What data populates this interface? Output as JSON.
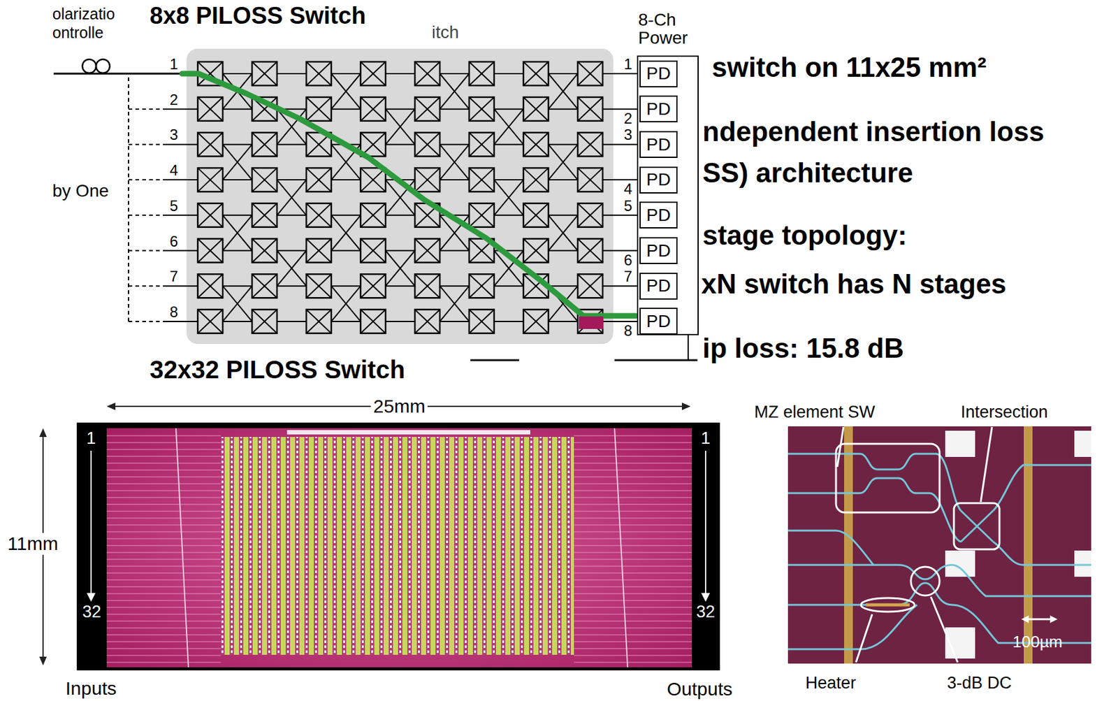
{
  "diagram": {
    "nodes": [
      {
        "text": [
          "8-Ch Power"
        ]
      },
      {
        "text": [
          "PD"
        ],
        "in": 0
      },
      {
        "text": [
          "PD"
        ],
        "in": 0
      },
      {
        "text": [
          "PD"
        ],
        "in": 0
      },
      {
        "text": [
          "PD"
        ],
        "in": 0
      },
      {
        "text": [
          "PD"
        ],
        "in": 0
      },
      {
        "text": [
          "PD"
        ],
        "in": 0
      },
      {
        "text": [
          "PD"
        ],
        "in": 0
      },
      {
        "text": [
          "PD"
        ],
        "in": 0
      }
    ],
    "labels": [
      "olarizatio",
      "ontrolle",
      "8x8 PILOSS Switch",
      "itch",
      "1",
      "2",
      "3",
      "4",
      "5",
      "6",
      "7",
      "8",
      "by One",
      "1",
      "2",
      "3",
      "4",
      "5",
      "6",
      "7",
      "8",
      "switch on 11x25 mm²",
      "ndependent insertion loss",
      "SS) architecture",
      "stage topology:",
      "xN switch has N stages",
      "ip loss: 15.8 dB",
      "32x32 PILOSS Switch",
      "25mm",
      "11mm",
      "1",
      "32",
      "1",
      "32",
      "Inputs",
      "Outputs",
      "MZ element SW",
      "Intersection",
      "Heater",
      "3-dB DC",
      "100µm"
    ]
  }
}
